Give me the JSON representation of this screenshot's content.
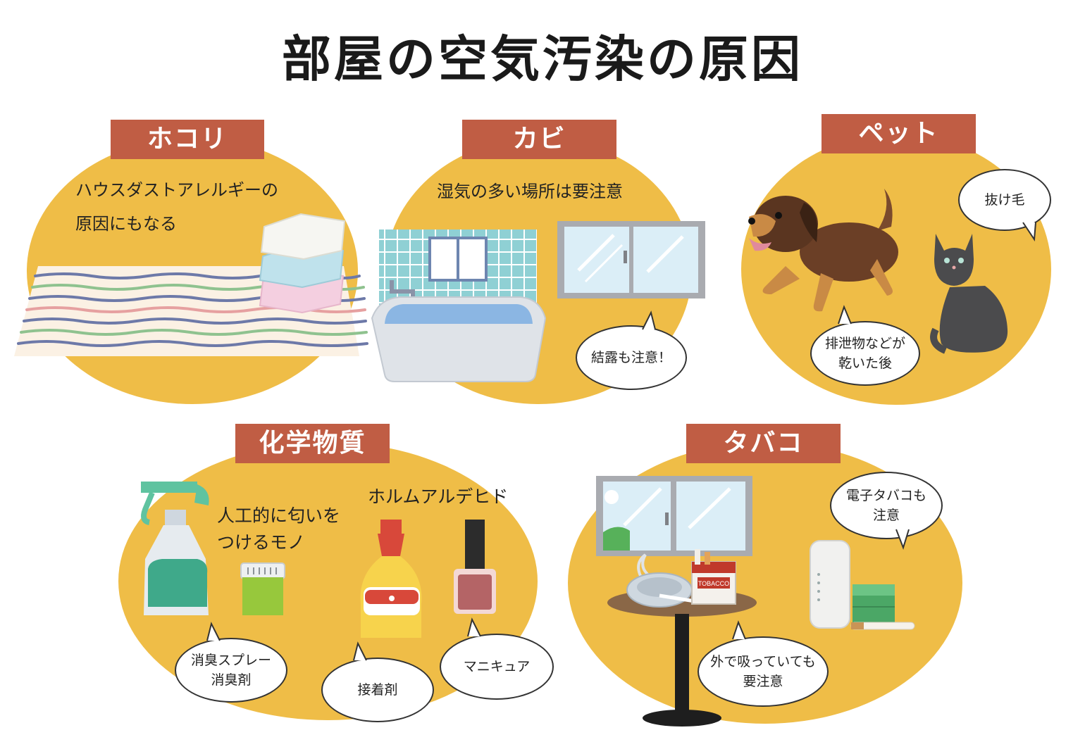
{
  "title": "部屋の空気汚染の原因",
  "colors": {
    "circle": "#efbd47",
    "banner": "#c05d44"
  },
  "sections": {
    "dust": {
      "label": "ホコリ",
      "desc_line1": "ハウスダストアレルギーの",
      "desc_line2": "原因にもなる"
    },
    "mold": {
      "label": "カビ",
      "desc": "湿気の多い場所は要注意",
      "bubble": "結露も注意！"
    },
    "pet": {
      "label": "ペット",
      "bubble_hair": "抜け毛",
      "bubble_waste_line1": "排泄物などが",
      "bubble_waste_line2": "乾いた後"
    },
    "chem": {
      "label": "化学物質",
      "desc_line1": "人工的に匂いを",
      "desc_line2": "つけるモノ",
      "formaldehyde": "ホルムアルデヒド",
      "bubble_spray_line1": "消臭スプレー",
      "bubble_spray_line2": "消臭剤",
      "bubble_glue": "接着剤",
      "bubble_nail": "マニキュア"
    },
    "tobacco": {
      "label": "タバコ",
      "bubble_ecig_line1": "電子タバコも",
      "bubble_ecig_line2": "注意",
      "bubble_out_line1": "外で吸っていても",
      "bubble_out_line2": "要注意",
      "pack_label": "TOBACCO"
    }
  }
}
